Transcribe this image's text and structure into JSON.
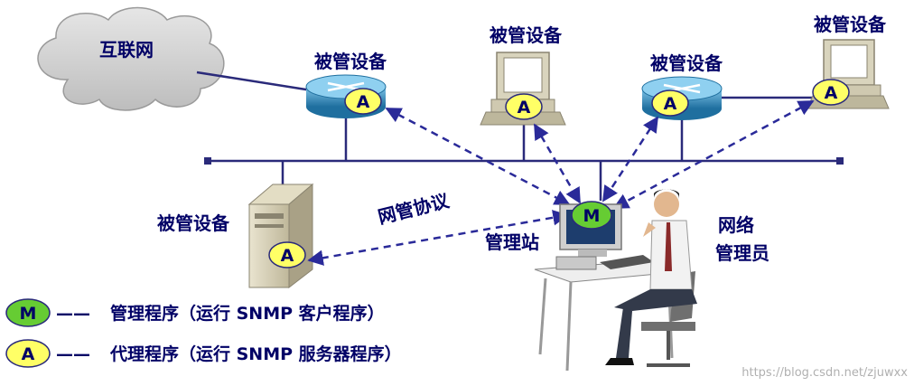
{
  "internet": {
    "label": "互联网"
  },
  "devices": [
    {
      "kind": "router",
      "label": "被管设备",
      "agent": "A"
    },
    {
      "kind": "workstation",
      "label": "被管设备",
      "agent": "A"
    },
    {
      "kind": "router",
      "label": "被管设备",
      "agent": "A"
    },
    {
      "kind": "workstation",
      "label": "被管设备",
      "agent": "A"
    },
    {
      "kind": "server",
      "label": "被管设备",
      "agent": "A"
    }
  ],
  "manager": {
    "label": "管理站",
    "badge": "M"
  },
  "operator": {
    "line1": "网络",
    "line2": "管理员"
  },
  "protocol": {
    "label": "网管协议"
  },
  "legend": [
    {
      "badge": "M",
      "dash": "——",
      "text": "管理程序（运行 SNMP 客户程序）",
      "color": "#66cc33"
    },
    {
      "badge": "A",
      "dash": "——",
      "text": "代理程序（运行 SNMP 服务器程序）",
      "color": "#ffff66"
    }
  ],
  "watermark": "https://blog.csdn.net/zjuwxx",
  "colors": {
    "label": "#000066",
    "bus": "#2a2a7a",
    "arrow": "#2a2a99",
    "router": "#3f8fbf",
    "agent": "#ffff66",
    "manager": "#66cc33"
  }
}
